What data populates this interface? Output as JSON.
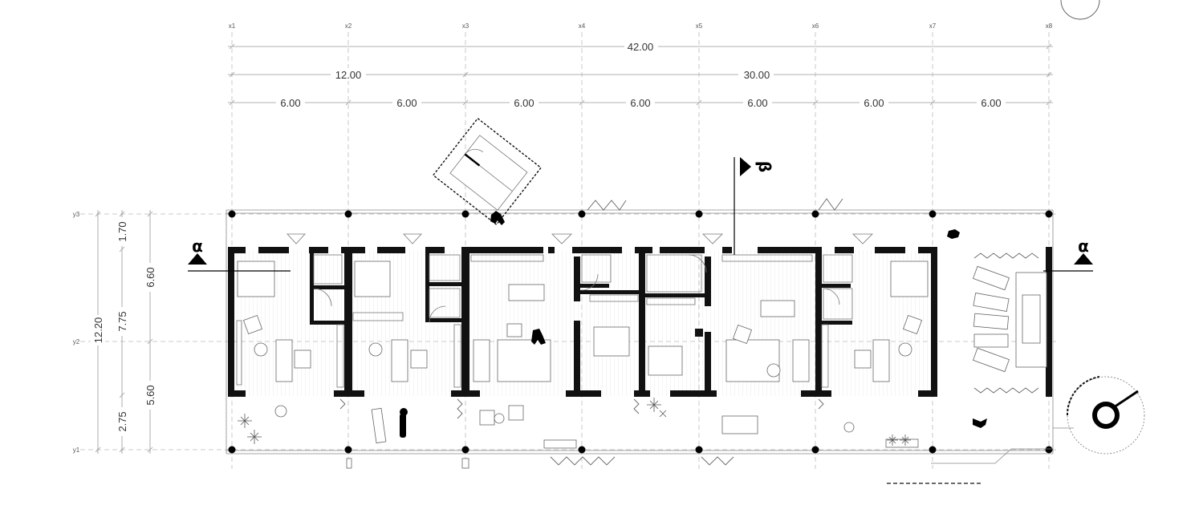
{
  "grid": {
    "x_axes": [
      "x1",
      "x2",
      "x3",
      "x4",
      "x5",
      "x6",
      "x7",
      "x8"
    ],
    "y_axes": [
      "y3",
      "y2",
      "y1"
    ]
  },
  "dimensions": {
    "total": "42.00",
    "groups": [
      "12.00",
      "30.00"
    ],
    "bays": [
      "6.00",
      "6.00",
      "6.00",
      "6.00",
      "6.00",
      "6.00",
      "6.00"
    ],
    "vertical_total": "12.20",
    "vertical_groups": [
      "6.60",
      "5.60"
    ],
    "vertical_parts": [
      "1.70",
      "7.75",
      "2.75"
    ]
  },
  "section_marks": {
    "alpha": "α",
    "beta": "β"
  }
}
